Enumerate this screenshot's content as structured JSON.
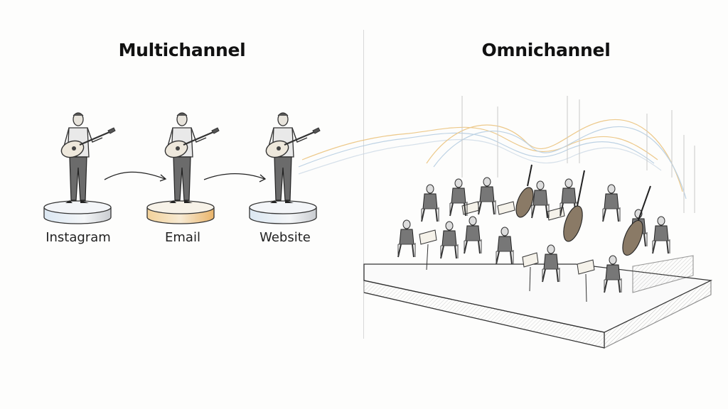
{
  "diagram": {
    "left_panel": {
      "title": "Multichannel",
      "channels": [
        {
          "label": "Instagram",
          "figure": "guitarist-on-pedestal-icon"
        },
        {
          "label": "Email",
          "figure": "guitarist-on-pedestal-icon"
        },
        {
          "label": "Website",
          "figure": "guitarist-on-pedestal-icon"
        }
      ],
      "connectors": [
        "arrow-icon",
        "arrow-icon"
      ]
    },
    "right_panel": {
      "title": "Omnichannel",
      "scene": "orchestra-on-stage-icon"
    },
    "colors": {
      "background": "#fdfdfc",
      "ink": "#222222",
      "accent_gold": "#e8b865",
      "accent_blue": "#a8c4dc",
      "divider": "#d8d8d8"
    }
  }
}
